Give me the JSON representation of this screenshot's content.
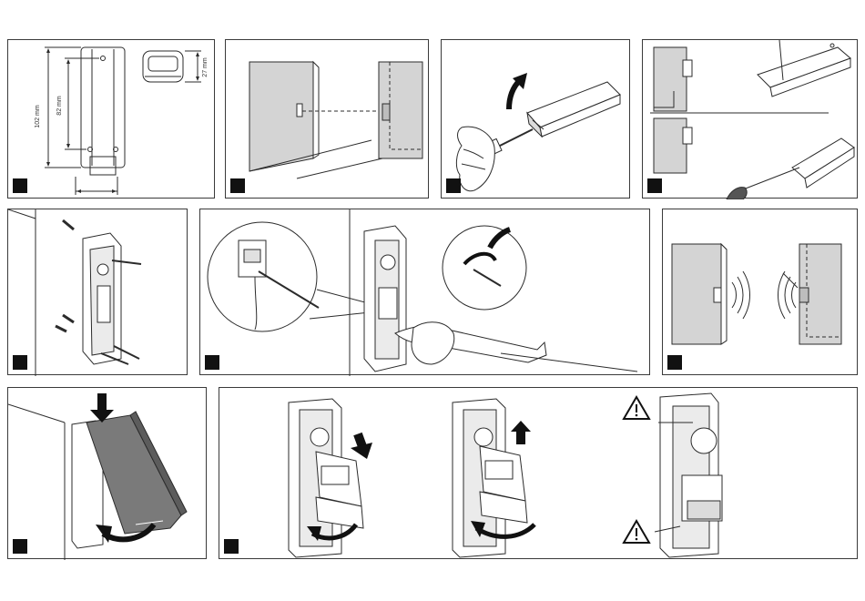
{
  "dimensions": {
    "height_total": "102 mm",
    "hole_spacing": "82 mm",
    "depth": "27 mm"
  },
  "colors": {
    "line": "#2b2b2b",
    "wall_fill": "#d4d4d4",
    "cover_fill": "#7a7a7a",
    "badge": "#111111",
    "warning_fill": "#ffffff"
  },
  "icons": [
    "warning-triangle-icon",
    "arrow-down-icon",
    "arrow-up-icon",
    "curved-arrow-icon",
    "radio-waves-icon"
  ]
}
